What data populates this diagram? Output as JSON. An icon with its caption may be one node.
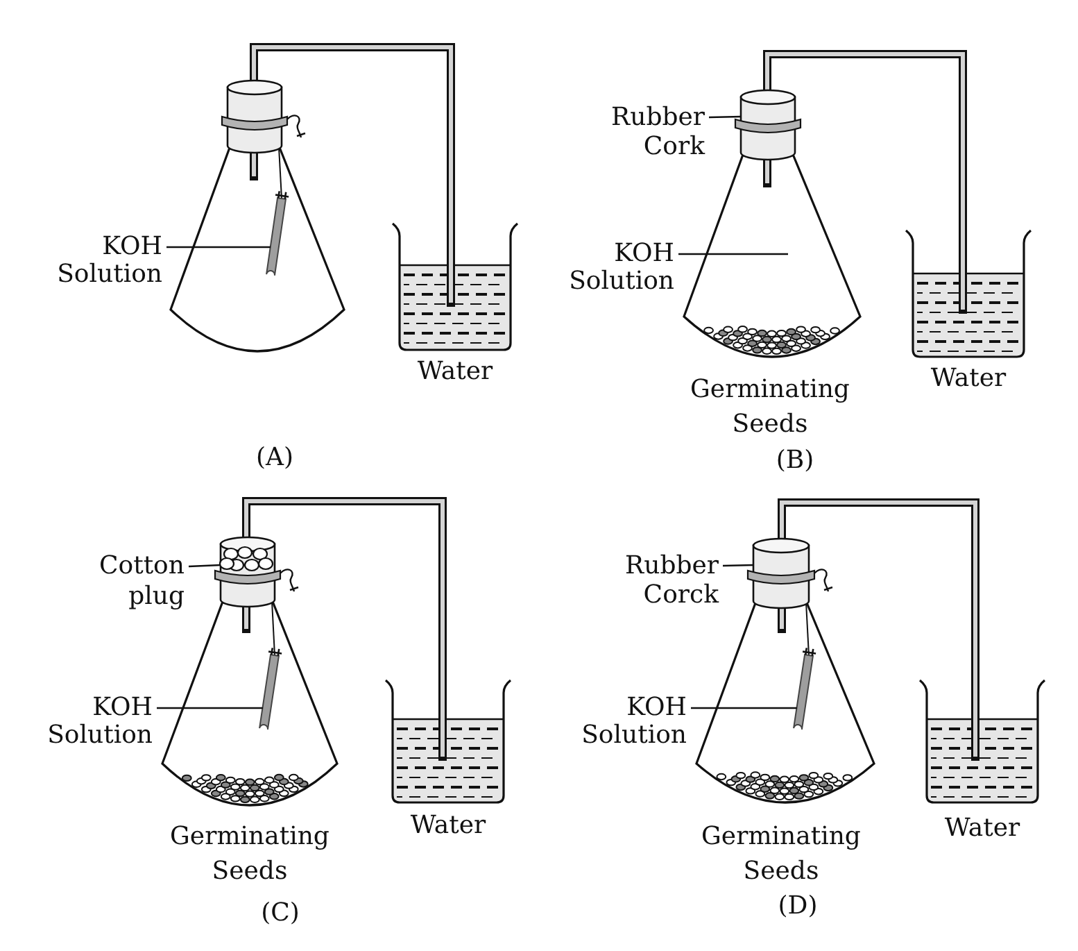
{
  "diagram": {
    "nodes": [
      {
        "text": [
          "KOH Solution"
        ]
      },
      {
        "text": [],
        "shape": "picture"
      },
      {
        "text": [
          "Rubber Cork"
        ]
      },
      {
        "text": [],
        "shape": "picture"
      },
      {
        "text": [
          "KOH Solution"
        ]
      },
      {
        "text": [
          "Cotton plug"
        ]
      },
      {
        "text": [],
        "shape": "picture"
      },
      {
        "text": [
          "KOH Solution"
        ]
      },
      {
        "text": [],
        "shape": "picture"
      },
      {
        "text": [
          "Rubber Corck"
        ]
      },
      {
        "text": [],
        "shape": "picture"
      },
      {
        "text": [
          "KOH Solution"
        ]
      },
      {
        "text": [],
        "shape": "picture"
      }
    ],
    "edges": [
      {
        "from": 0,
        "to": 1,
        "arrow": "none"
      },
      {
        "from": 2,
        "to": 3,
        "arrow": "none"
      },
      {
        "from": 4,
        "to": null,
        "arrow": "none"
      },
      {
        "from": 5,
        "to": 6,
        "arrow": "none"
      },
      {
        "from": 7,
        "to": 8,
        "arrow": "none"
      },
      {
        "from": 9,
        "to": 10,
        "arrow": "none"
      },
      {
        "from": 11,
        "to": 12,
        "arrow": "none"
      }
    ],
    "labels": [
      "Water",
      "Germinating Seeds",
      "Water",
      "(A)",
      "(B)",
      "Germinating Seeds",
      "Water",
      "Germinating Seeds",
      "Water",
      "(C)",
      "(D)"
    ]
  }
}
